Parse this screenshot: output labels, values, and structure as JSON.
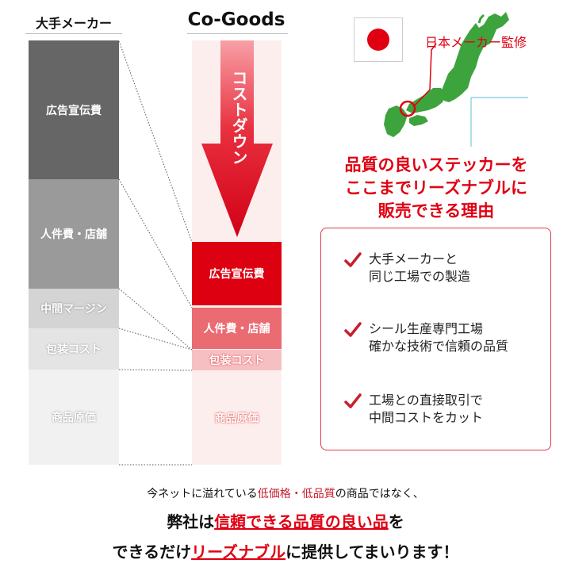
{
  "headers": {
    "left": "大手メーカー",
    "right": "Co-Goods"
  },
  "left_bar": {
    "ad": "広告宣伝費",
    "labor": "人件費・店舗",
    "margin": "中間マージン",
    "packaging": "包装コスト",
    "product": "商品原価"
  },
  "right_bar": {
    "ad": "広告宣伝費",
    "labor": "人件費・店舗",
    "packaging": "包装コスト",
    "product": "商品原価"
  },
  "arrow_text": "コストダウン",
  "map_label": "日本メーカー監修",
  "headline": [
    "品質の良いステッカーを",
    "ここまでリーズナブルに",
    "販売できる理由"
  ],
  "reasons": [
    {
      "line1": "大手メーカーと",
      "line2": "同じ工場での製造"
    },
    {
      "line1": "シール生産専門工場",
      "line2": "確かな技術で信頼の品質"
    },
    {
      "line1": "工場との直接取引で",
      "line2": "中間コストをカット"
    }
  ],
  "bottom": {
    "line1_a": "今ネットに溢れている",
    "line1_b": "低価格・低品質",
    "line1_c": "の商品ではなく、",
    "line2_a": "弊社は",
    "line2_b": "信頼できる品質の良い品",
    "line2_c": "を",
    "line3_a": "できるだけ",
    "line3_b": "リーズナブル",
    "line3_c": "に提供してまいります！"
  },
  "colors": {
    "accent_red": "#e00012",
    "dark_gray": "#666666",
    "mid_gray": "#9a9a9a",
    "light_gray": "#d4d4d4",
    "lighter_gray": "#e4e4e4",
    "lightest_gray": "#f1f1f1"
  }
}
